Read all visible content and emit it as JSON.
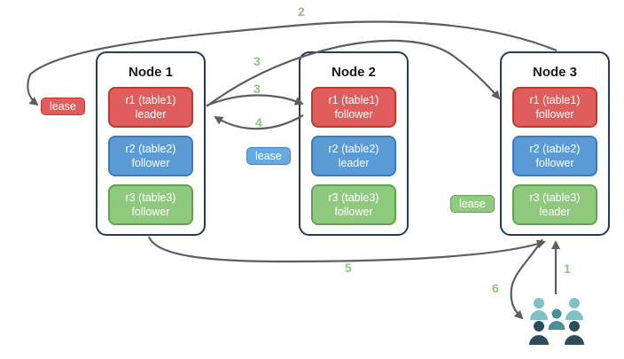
{
  "nodes": [
    {
      "title": "Node 1",
      "replicas": [
        {
          "name": "r1 (table1)",
          "role": "leader"
        },
        {
          "name": "r2 (table2)",
          "role": "follower"
        },
        {
          "name": "r3 (table3)",
          "role": "follower"
        }
      ]
    },
    {
      "title": "Node 2",
      "replicas": [
        {
          "name": "r1 (table1)",
          "role": "follower"
        },
        {
          "name": "r2 (table2)",
          "role": "leader"
        },
        {
          "name": "r3 (table3)",
          "role": "follower"
        }
      ]
    },
    {
      "title": "Node 3",
      "replicas": [
        {
          "name": "r1 (table1)",
          "role": "follower"
        },
        {
          "name": "r2 (table2)",
          "role": "follower"
        },
        {
          "name": "r3 (table3)",
          "role": "leader"
        }
      ]
    }
  ],
  "leases": [
    {
      "label": "lease",
      "color": "#e05d5d"
    },
    {
      "label": "lease",
      "color": "#67a9e0"
    },
    {
      "label": "lease",
      "color": "#93ca82"
    }
  ],
  "steps": {
    "s1": "1",
    "s2": "2",
    "s3a": "3",
    "s3b": "3",
    "s4": "4",
    "s5": "5",
    "s6": "6"
  },
  "colors": {
    "replica_red": "#e05d5d",
    "replica_blue": "#5b9bd5",
    "replica_green": "#8fc97e",
    "node_border": "#203a60",
    "arrow": "#5e5e5e",
    "step_label": "#8bc87b",
    "clients_back": "#7ec2c8",
    "clients_middle": "#4e8e9b",
    "clients_front": "#2d4d5c"
  }
}
